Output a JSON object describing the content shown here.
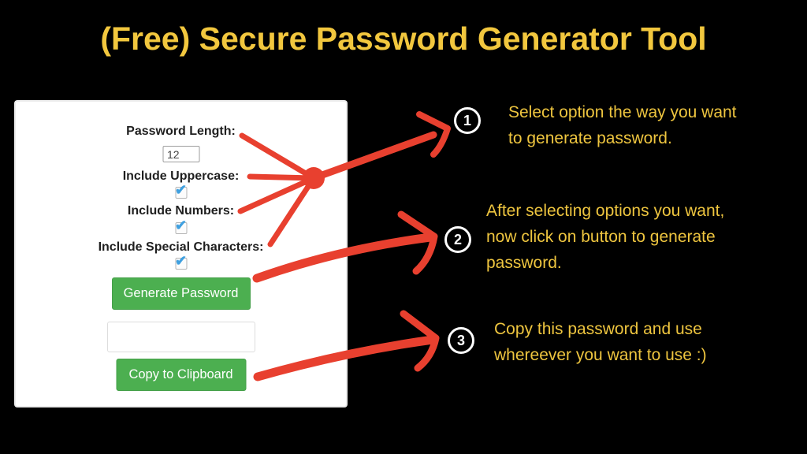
{
  "title": "(Free) Secure Password Generator Tool",
  "colors": {
    "background": "#000000",
    "title_yellow": "#F2C73E",
    "note_yellow": "#EEC53F",
    "arrow_red": "#E8402F",
    "button_green": "#4CAF50",
    "check_blue": "#3FA0E0",
    "badge_white": "#FFFFFF"
  },
  "icons": {
    "check": "✔"
  },
  "form": {
    "password_length_label": "Password Length:",
    "password_length_value": "12",
    "uppercase_label": "Include Uppercase:",
    "uppercase_checked": true,
    "numbers_label": "Include Numbers:",
    "numbers_checked": true,
    "special_label": "Include Special Characters:",
    "special_checked": true,
    "generate_button_label": "Generate Password",
    "output_value": "",
    "output_placeholder": "",
    "copy_button_label": "Copy to Clipboard"
  },
  "annotations": [
    {
      "number": "1",
      "text": "Select option the way you want to generate password.",
      "lines": [
        "Select option the way you want",
        "to generate password."
      ]
    },
    {
      "number": "2",
      "text": "After selecting options you want, now click on button to generate password.",
      "lines": [
        "After selecting options you want,",
        "now click on button to generate",
        "password."
      ]
    },
    {
      "number": "3",
      "text": "Copy this password and use whereever you want to use :)",
      "lines": [
        "Copy this password and use",
        "whereever you want to use :)"
      ]
    }
  ]
}
